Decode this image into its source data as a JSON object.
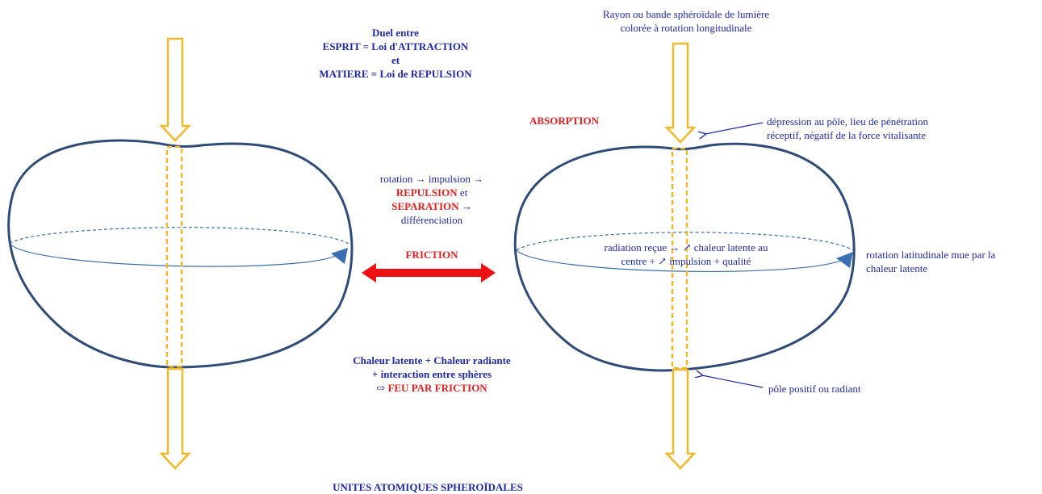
{
  "colors": {
    "sphere_stroke": "#2f4b78",
    "ray": "#f1b92a",
    "equator": "#3a6fb6",
    "text_blue": "#1f2aa8",
    "text_red": "#e02020",
    "friction_arrow": "#ee1111",
    "pointer": "#1f2aa8"
  },
  "title": {
    "line1": "Duel entre",
    "line2": "ESPRIT = Loi d'ATTRACTION",
    "line3": "et",
    "line4": "MATIERE = Loi de REPULSION"
  },
  "ray_label": {
    "line1": "Rayon ou bande sphéroïdale de lumière",
    "line2": "colorée à rotation longitudinale"
  },
  "absorption": "ABSORPTION",
  "depression": {
    "line1": "dépression au pôle, lieu de pénétration",
    "line2": "réceptif, négatif de la force vitalisante"
  },
  "rotation_text": {
    "line1": "rotation → impulsion →",
    "repulsion": "REPULSION",
    "et": " et",
    "separation": "SEPARATION",
    "arrow": " →",
    "line4": "différenciation"
  },
  "friction": "FRICTION",
  "radiation": {
    "line1": "radiation reçue → ↗ chaleur latente au",
    "line2": "centre + ↗ impulsion + qualité"
  },
  "rotation_latitudinale": {
    "line1": "rotation latitudinale mue par la",
    "line2": "chaleur latente"
  },
  "chaleur": {
    "line1": "Chaleur latente + Chaleur radiante",
    "line2": "+ interaction entre sphères",
    "line3_arrow": "⇨ ",
    "line3": "FEU PAR FRICTION"
  },
  "pole_positif": "pôle positif ou radiant",
  "footer": "UNITES ATOMIQUES SPHEROÏDALES"
}
